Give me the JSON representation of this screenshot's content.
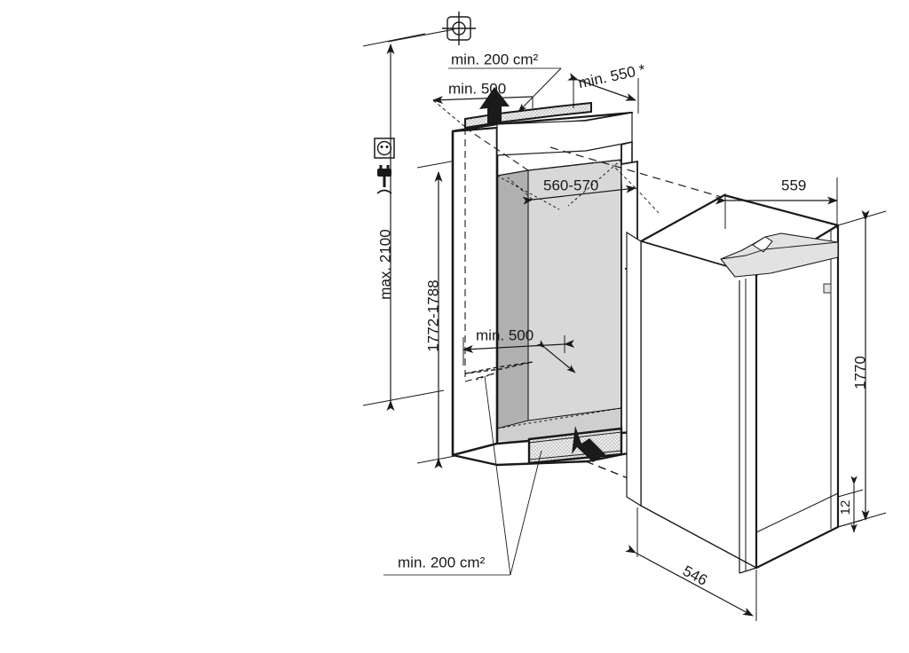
{
  "drawing": {
    "type": "technical-installation-diagram",
    "subject": "Built-in refrigerator niche installation dimensions",
    "units": "mm (lengths), cm² (areas)",
    "background_color": "#ffffff",
    "line_color": "#1a1a1a",
    "shade_dark": "#b0b0b0",
    "shade_light": "#d8d8d8",
    "shade_faint": "#ededed"
  },
  "labels": {
    "vent_top_area": "min. 200 cm²",
    "vent_top_depth": "min. 500",
    "niche_depth_top": "min. 550 *",
    "socket_height": "max. 2100",
    "niche_height": "1772-1788",
    "niche_width": "560-570",
    "vent_bottom_depth": "min. 500",
    "vent_bottom_area": "min. 200 cm²",
    "appliance_width": "559",
    "appliance_height": "1770",
    "appliance_depth": "546",
    "plinth_gap": "12"
  },
  "icons": {
    "center_mark": "crosshair-target-icon",
    "socket": "power-socket-icon",
    "plug": "power-plug-icon",
    "airflow_up": "arrow-up-icon",
    "airflow_in": "arrow-in-icon"
  },
  "chart_data": {
    "type": "table",
    "title": "Installation dimensions",
    "categories": [
      "min. 200 cm² (top vent area)",
      "min. 500 (top vent depth)",
      "min. 550 * (niche depth)",
      "max. 2100 (socket height)",
      "1772-1788 (niche height)",
      "560-570 (niche width)",
      "min. 500 (bottom vent depth)",
      "min. 200 cm² (bottom vent area)",
      "559 (appliance width)",
      "1770 (appliance height)",
      "546 (appliance depth)",
      "12 (plinth gap)"
    ],
    "values": [
      200,
      500,
      550,
      2100,
      1780,
      565,
      500,
      200,
      559,
      1770,
      546,
      12
    ]
  }
}
